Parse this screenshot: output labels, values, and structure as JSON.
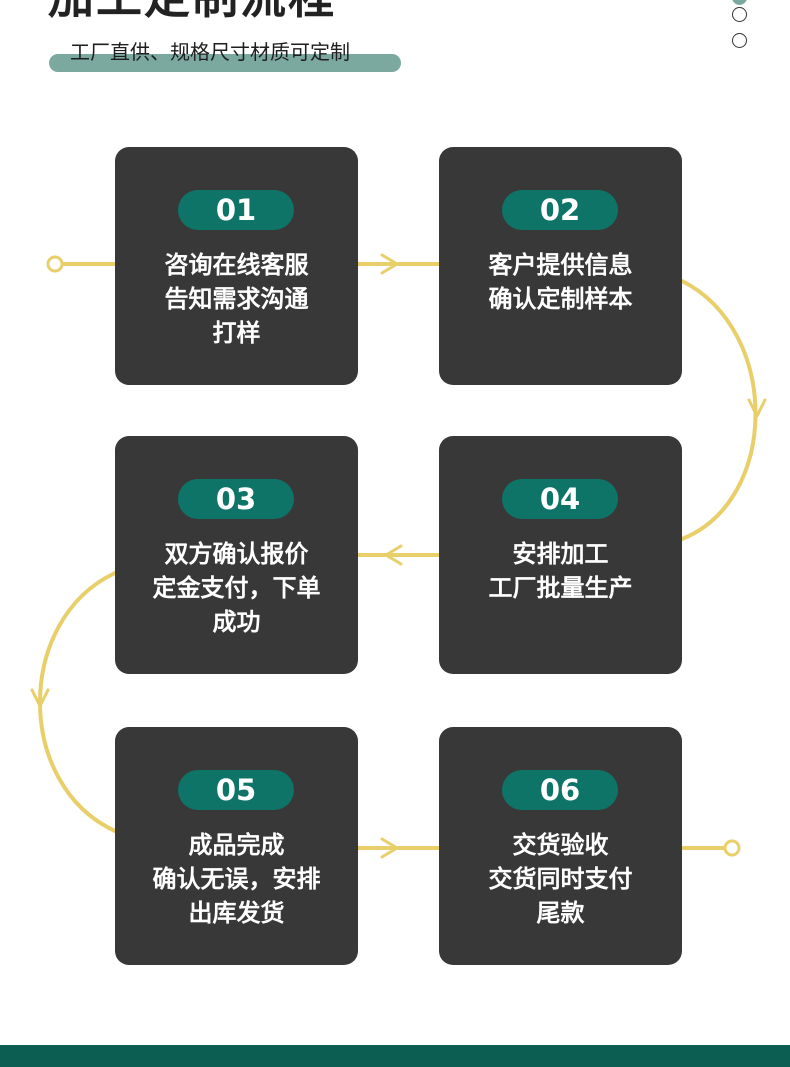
{
  "header": {
    "title": "加工定制流程",
    "subtitle": "工厂直供、规格尺寸材质可定制"
  },
  "colors": {
    "card_bg": "#383838",
    "accent_green": "#0e7467",
    "connector_yellow": "#e8cf6a",
    "subtitle_bar": "#7ba9a0",
    "footer": "#0c5e52"
  },
  "steps": [
    {
      "number": "01",
      "lines": [
        "咨询在线客服",
        "告知需求沟通",
        "打样"
      ]
    },
    {
      "number": "02",
      "lines": [
        "客户提供信息",
        "确认定制样本"
      ]
    },
    {
      "number": "03",
      "lines": [
        "双方确认报价",
        "定金支付，下单",
        "成功"
      ]
    },
    {
      "number": "04",
      "lines": [
        "安排加工",
        "工厂批量生产"
      ]
    },
    {
      "number": "05",
      "lines": [
        "成品完成",
        "确认无误，安排",
        "出库发货"
      ]
    },
    {
      "number": "06",
      "lines": [
        "交货验收",
        "交货同时支付",
        "尾款"
      ]
    }
  ],
  "icons": {
    "deco_dots": "circle-dots-icon",
    "arrow": "chevron-arrow-icon",
    "endpoint": "ring-endpoint-icon"
  }
}
